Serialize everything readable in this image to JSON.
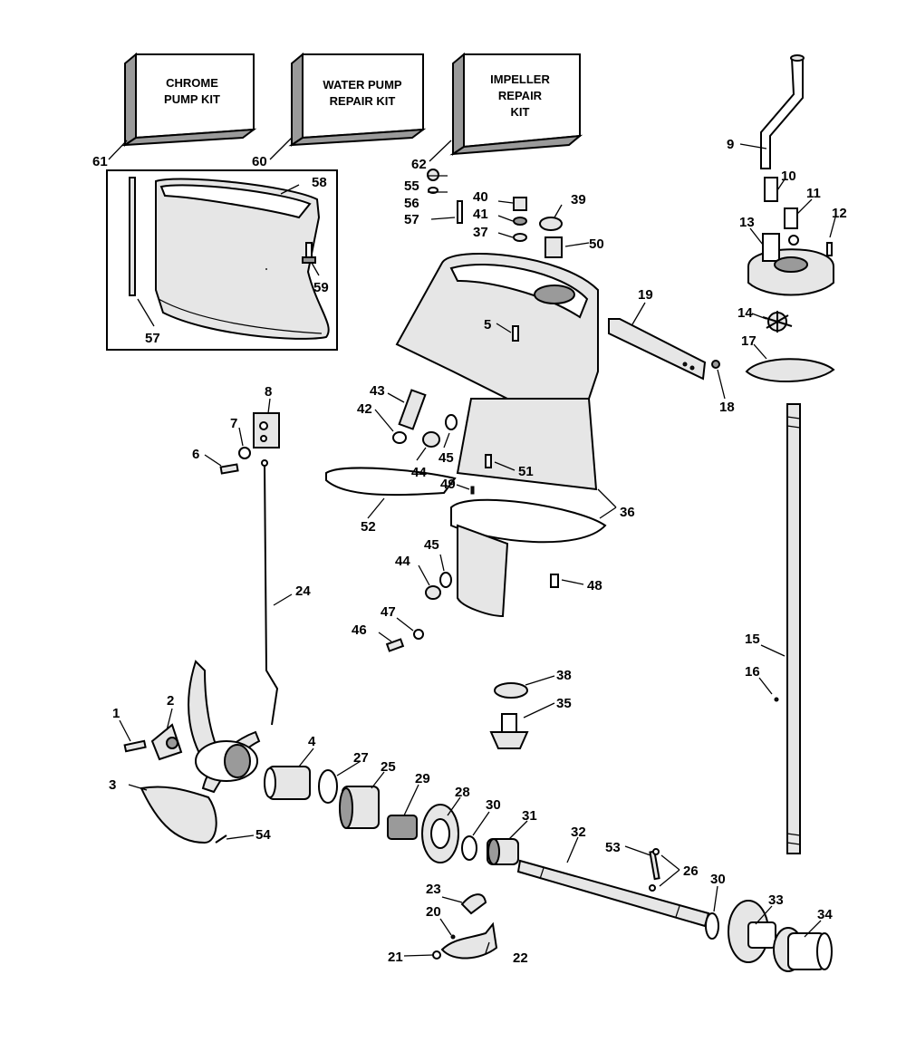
{
  "kits": [
    {
      "id": "61",
      "lines": [
        "CHROME",
        "PUMP KIT"
      ]
    },
    {
      "id": "60",
      "lines": [
        "WATER PUMP",
        "REPAIR KIT"
      ]
    },
    {
      "id": "62",
      "lines": [
        "IMPELLER",
        "REPAIR",
        "KIT"
      ]
    }
  ],
  "labels": {
    "p1": "1",
    "p2": "2",
    "p3": "3",
    "p4": "4",
    "p5": "5",
    "p6": "6",
    "p7": "7",
    "p8": "8",
    "p9": "9",
    "p10": "10",
    "p11": "11",
    "p12": "12",
    "p13": "13",
    "p14": "14",
    "p15": "15",
    "p16": "16",
    "p17": "17",
    "p18": "18",
    "p19": "19",
    "p20": "20",
    "p21": "21",
    "p22": "22",
    "p23": "23",
    "p24": "24",
    "p25": "25",
    "p26": "26",
    "p27": "27",
    "p28": "28",
    "p29": "29",
    "p30": "30",
    "p31": "31",
    "p32": "32",
    "p33": "33",
    "p34": "34",
    "p35": "35",
    "p36": "36",
    "p37": "37",
    "p38": "38",
    "p39": "39",
    "p40": "40",
    "p41": "41",
    "p42": "42",
    "p43": "43",
    "p44": "44",
    "p45": "45",
    "p46": "46",
    "p47": "47",
    "p48": "48",
    "p49": "49",
    "p50": "50",
    "p51": "51",
    "p52": "52",
    "p53": "53",
    "p54": "54",
    "p55": "55",
    "p56": "56",
    "p57": "57",
    "p58": "58",
    "p59": "59",
    "p60": "60",
    "p61": "61",
    "p62": "62"
  }
}
